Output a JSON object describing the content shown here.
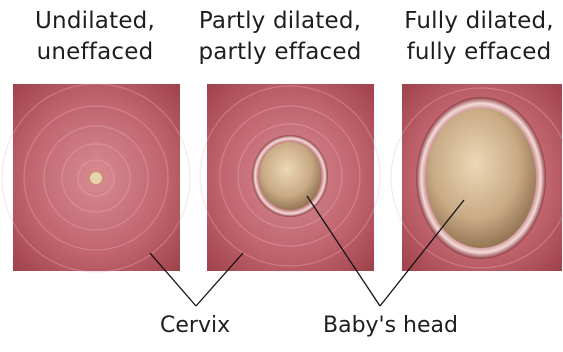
{
  "stages": [
    {
      "label": "Undilated,\nuneffaced"
    },
    {
      "label": "Partly dilated,\npartly effaced"
    },
    {
      "label": "Fully dilated,\nfully effaced"
    }
  ],
  "callouts": {
    "cervix": "Cervix",
    "babys_head": "Baby's head"
  },
  "colors": {
    "tissue_dark": "#9a3c45",
    "tissue_light": "#d98f96",
    "head": "#c9ab85",
    "rim": "#f1d6d2"
  }
}
